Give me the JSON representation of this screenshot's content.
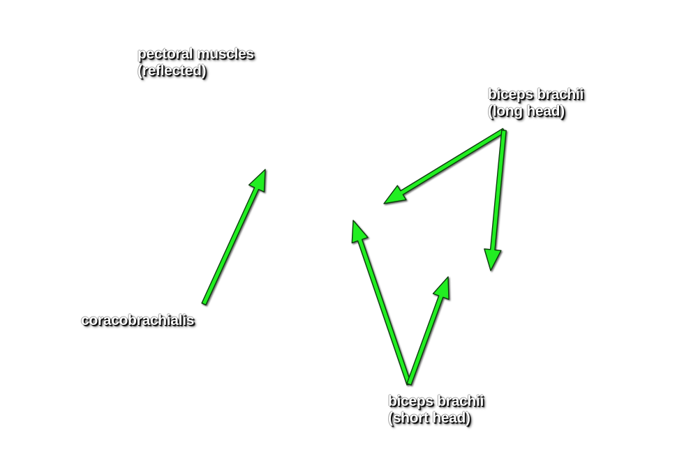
{
  "labels": {
    "pectoral": {
      "line1": "pectoral muscles",
      "line2": "(reflected)"
    },
    "biceps_long": {
      "line1": "biceps brachii",
      "line2": "(long head)"
    },
    "coracobrachialis": {
      "line1": "coracobrachialis"
    },
    "biceps_short": {
      "line1": "biceps brachii",
      "line2": "(short head)"
    }
  },
  "colors": {
    "arrow_fill": "#22ee22",
    "arrow_outline": "#0a3a0a",
    "label_text": "#ffffff",
    "background": "#ffffff"
  }
}
